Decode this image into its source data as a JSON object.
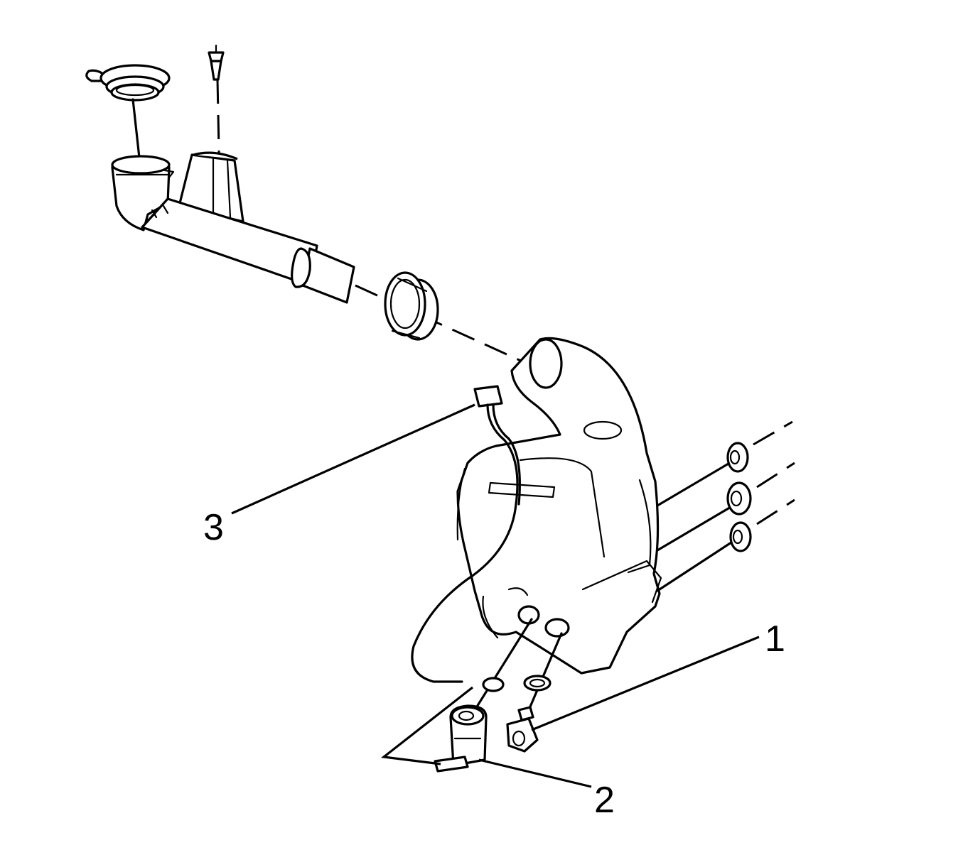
{
  "callouts": [
    {
      "id": "1",
      "label": "1",
      "part": "washer-pump-nut"
    },
    {
      "id": "2",
      "label": "2",
      "part": "washer-pump"
    },
    {
      "id": "3",
      "label": "3",
      "part": "wiring-harness-connector"
    }
  ],
  "colors": {
    "line": "#000000",
    "background": "#ffffff"
  }
}
